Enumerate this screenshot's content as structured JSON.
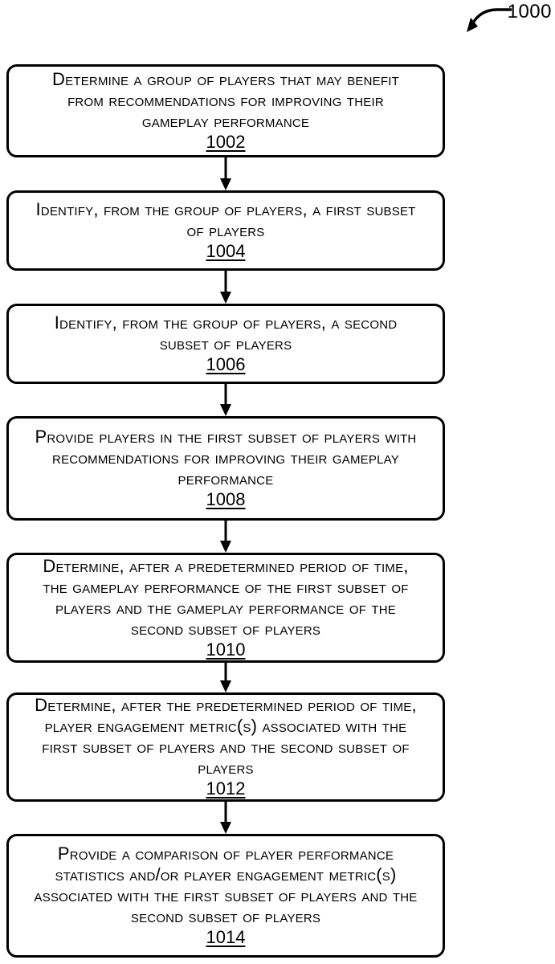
{
  "figure": {
    "ref_label": "1000"
  },
  "colors": {
    "stroke": "#000000",
    "background": "#ffffff",
    "text": "#000000"
  },
  "steps": [
    {
      "lines": [
        "Determine a group of players that may benefit",
        "from recommendations for improving their",
        "gameplay performance"
      ],
      "ref": "1002"
    },
    {
      "lines": [
        "Identify, from the group of players, a first subset",
        "of players"
      ],
      "ref": "1004"
    },
    {
      "lines": [
        "Identify, from the group of players, a second",
        "subset of players"
      ],
      "ref": "1006"
    },
    {
      "lines": [
        "Provide players in the first subset of players with",
        "recommendations for improving their gameplay",
        "performance"
      ],
      "ref": "1008"
    },
    {
      "lines": [
        "Determine, after a predetermined period of time,",
        "the gameplay performance of the first subset of",
        "players and the gameplay performance of the",
        "second subset of players"
      ],
      "ref": "1010"
    },
    {
      "lines": [
        "Determine, after the predetermined period of time,",
        "player engagement metric(s) associated with the",
        "first subset of players and the second subset of",
        "players"
      ],
      "ref": "1012"
    },
    {
      "lines": [
        "Provide a comparison of player performance",
        "statistics and/or player engagement metric(s)",
        "associated with the first subset of players and the",
        "second subset of players"
      ],
      "ref": "1014"
    }
  ]
}
